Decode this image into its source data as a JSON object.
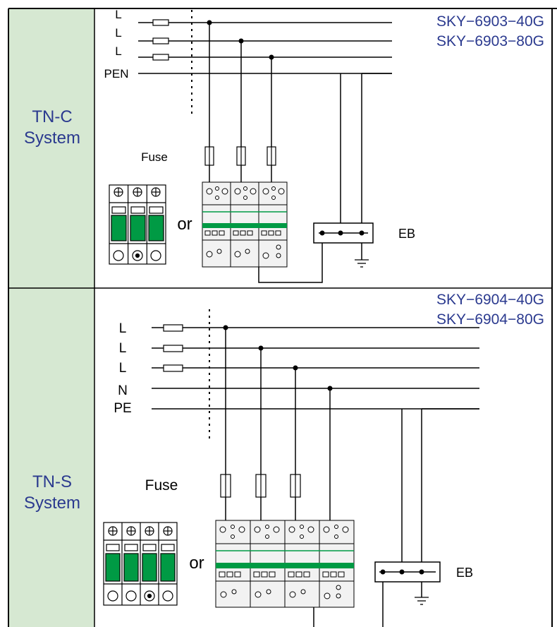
{
  "colors": {
    "sidebar_bg": "#d6e8d2",
    "line": "#000000",
    "model_text": "#2b3a8f",
    "system_text": "#2b3a8f",
    "spd_green": "#009a44",
    "module_fill": "#f2f2f2"
  },
  "tnc": {
    "system_line1": "TN-C",
    "system_line2": "System",
    "conductors": [
      "L",
      "L",
      "L",
      "PEN"
    ],
    "model_1": "SKY−6903−40G",
    "model_2": "SKY−6903−80G",
    "fuse_label": "Fuse",
    "or_label": "or",
    "eb_label": "EB",
    "pole_count": 3
  },
  "tns": {
    "system_line1": "TN-S",
    "system_line2": "System",
    "conductors": [
      "L",
      "L",
      "L",
      "N",
      "PE"
    ],
    "model_1": "SKY−6904−40G",
    "model_2": "SKY−6904−80G",
    "fuse_label": "Fuse",
    "or_label": "or",
    "eb_label": "EB",
    "pole_count": 4
  }
}
